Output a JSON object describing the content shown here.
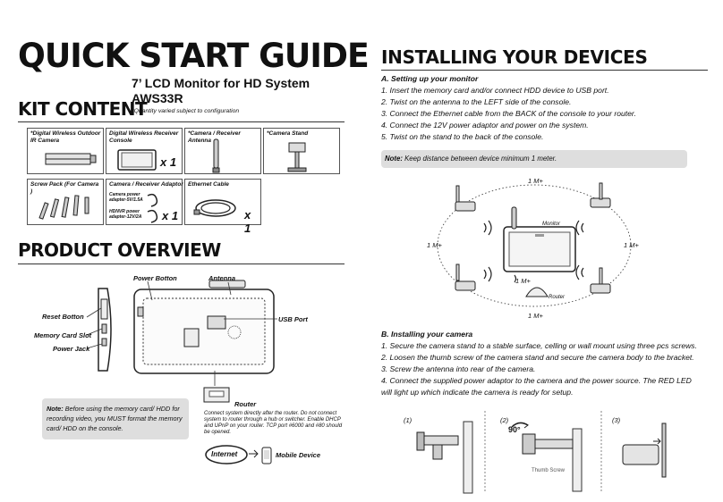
{
  "left": {
    "title": "QUICK START GUIDE",
    "kit_heading": "KIT CONTENT",
    "model_line1": "7’ LCD Monitor for HD System",
    "model_line2": "AWS33R",
    "variation_note": "*Quantity varied subject to configuration",
    "kit_items": [
      {
        "label": "*Digital Wireless Outdoor IR Camera"
      },
      {
        "label": "Digital Wireless Receiver Console",
        "qty": "x 1"
      },
      {
        "label": "*Camera / Receiver Antenna"
      },
      {
        "label": "*Camera Stand"
      },
      {
        "label": "Screw Pack (For Camera )"
      },
      {
        "label": "Camera / Receiver  Adaptor",
        "sub1": "Camera power adapter-5V/1.5A",
        "sub2": "HDNVR power adapter-12V/2A",
        "qty": "x 1"
      },
      {
        "label": "Ethernet Cable",
        "qty": "x 1"
      }
    ],
    "overview_heading": "PRODUCT OVERVIEW",
    "callouts": {
      "power_button": "Power Botton",
      "antenna": "Antenna",
      "usb_port": "USB Port",
      "reset_button": "Reset Botton",
      "memory_card_slot": "Memory Card Slot",
      "power_jack": "Power Jack",
      "router": "Router",
      "internet": "Internet",
      "mobile_device": "Mobile Device"
    },
    "router_note": "Connect system directly after the router. Do not connect system to router through a hub or switcher. Enable DHCP and UPnP on your router. TCP port #6000 and #80 should be opened.",
    "memory_note_label": "Note:",
    "memory_note_text": "Before using the memory card/ HDD for recording video, you MUST format the memory card/ HDD on the console."
  },
  "right": {
    "heading": "INSTALLING YOUR DEVICES",
    "section_a_title": "A. Setting up your monitor",
    "section_a_steps": [
      "1. Insert the memory card and/or connect HDD device to USB port.",
      "2. Twist on the antenna to the LEFT side of the console.",
      "3. Connect the Ethernet cable from the BACK of the console to your router.",
      "4. Connect the 12V power adaptor and power on the system.",
      "5. Twist on the stand to the back of the console."
    ],
    "note_label": "Note:",
    "note_text": "Keep distance between device minimum 1 meter.",
    "diagram": {
      "top": "1 M+",
      "left": "1 M+",
      "right": "1 M+",
      "center": "1 M+",
      "bottom": "1 M+",
      "monitor": "Monitor",
      "router": "Router"
    },
    "section_b_title": "B. Installing your camera",
    "section_b_steps": [
      "1. Secure the camera stand to a stable surface, celling or wall mount using three pcs screws.",
      "2. Loosen the thumb screw of the camera stand and secure the camera body to the bracket.",
      "3. Screw the antenna into rear of the camera.",
      "4. Connect the supplied power adaptor to the camera and the power source. The RED LED",
      "will light up which indicate the camera is ready for setup."
    ],
    "figure_labels": [
      "(1)",
      "(2)",
      "(3)"
    ],
    "angle_label": "90°",
    "thumb_screw": "Thumb Screw"
  },
  "colors": {
    "text": "#111111",
    "note_bg": "#dedede",
    "rule": "#333333"
  }
}
